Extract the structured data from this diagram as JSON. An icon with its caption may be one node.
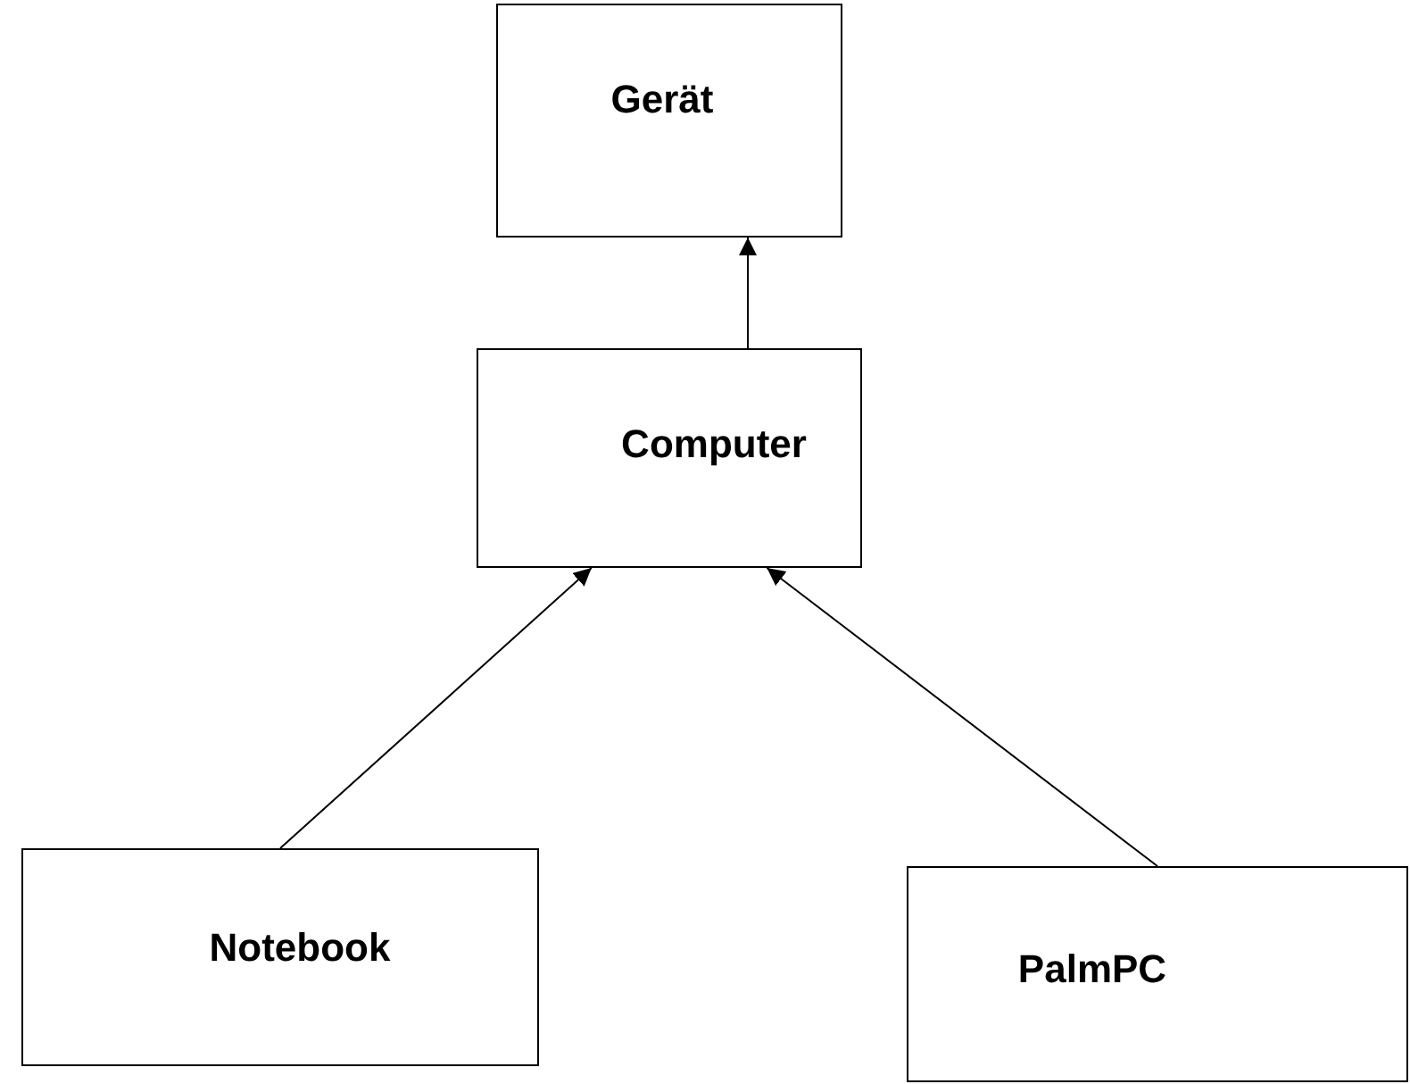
{
  "diagram": {
    "nodes": [
      {
        "text": [
          "Gerät"
        ]
      },
      {
        "text": [
          "Computer"
        ]
      },
      {
        "text": [
          "Notebook"
        ]
      },
      {
        "text": [
          "PalmPC"
        ]
      }
    ],
    "edges": [
      {
        "from": 1,
        "to": 0,
        "arrow": "to"
      },
      {
        "from": 2,
        "to": 1,
        "arrow": "to"
      },
      {
        "from": 3,
        "to": 1,
        "arrow": "to"
      }
    ]
  }
}
